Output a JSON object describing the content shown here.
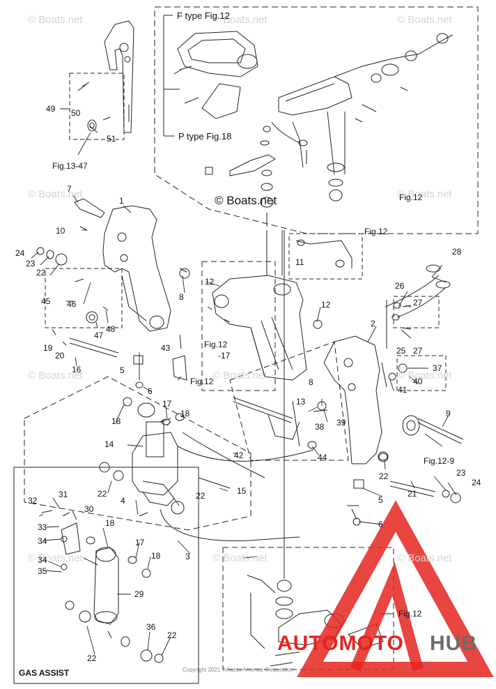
{
  "watermark": "© Boats.net",
  "center_watermark": "© Boats.net",
  "copyright": "Copyright 2021 Tohatsu America Corporation",
  "logo": {
    "part1": "AUTOMOTO",
    "part2": "HUB",
    "color_red": "#e52420",
    "color_gray": "#6b6b6b"
  },
  "section_gas_assist": "GAS ASSIST",
  "refs": {
    "f_type": "F type Fig.12",
    "p_type": "P type Fig.18",
    "fig12_a": "Fig.12",
    "fig12_b": "Fig.12",
    "fig12_c": "Fig.12",
    "fig12_d": "Fig.12",
    "fig12_17_top": "Fig.12",
    "fig12_17_bot": "-17",
    "fig12_9": "Fig.12-9",
    "fig13_47": "Fig.13-47"
  },
  "parts": {
    "p1": "1",
    "p2": "2",
    "p3": "3",
    "p4": "4",
    "p5a": "5",
    "p5b": "5",
    "p6a": "6",
    "p6b": "6",
    "p7": "7",
    "p8a": "8",
    "p8b": "8",
    "p9": "9",
    "p10": "10",
    "p11": "11",
    "p12a": "12",
    "p12b": "12",
    "p13": "13",
    "p14": "14",
    "p15": "15",
    "p16": "16",
    "p17a": "17",
    "p17b": "17",
    "p18a": "18",
    "p18b": "18",
    "p18c": "18",
    "p18d": "18",
    "p19": "19",
    "p20": "20",
    "p21": "21",
    "p22a": "22",
    "p22b": "22",
    "p22c": "22",
    "p22d": "22",
    "p22e": "22",
    "p22f": "22",
    "p23a": "23",
    "p23b": "23",
    "p24a": "24",
    "p24b": "24",
    "p25": "25",
    "p26": "26",
    "p27a": "27",
    "p27b": "27",
    "p28": "28",
    "p29": "29",
    "p30": "30",
    "p31": "31",
    "p32": "32",
    "p33": "33",
    "p34a": "34",
    "p34b": "34",
    "p35": "35",
    "p36": "36",
    "p37": "37",
    "p38": "38",
    "p39": "39",
    "p40": "40",
    "p41": "41",
    "p42": "42",
    "p43": "43",
    "p44": "44",
    "p45": "45",
    "p46": "46",
    "p47": "47",
    "p48": "48",
    "p49": "49",
    "p50": "50",
    "p51": "51"
  }
}
